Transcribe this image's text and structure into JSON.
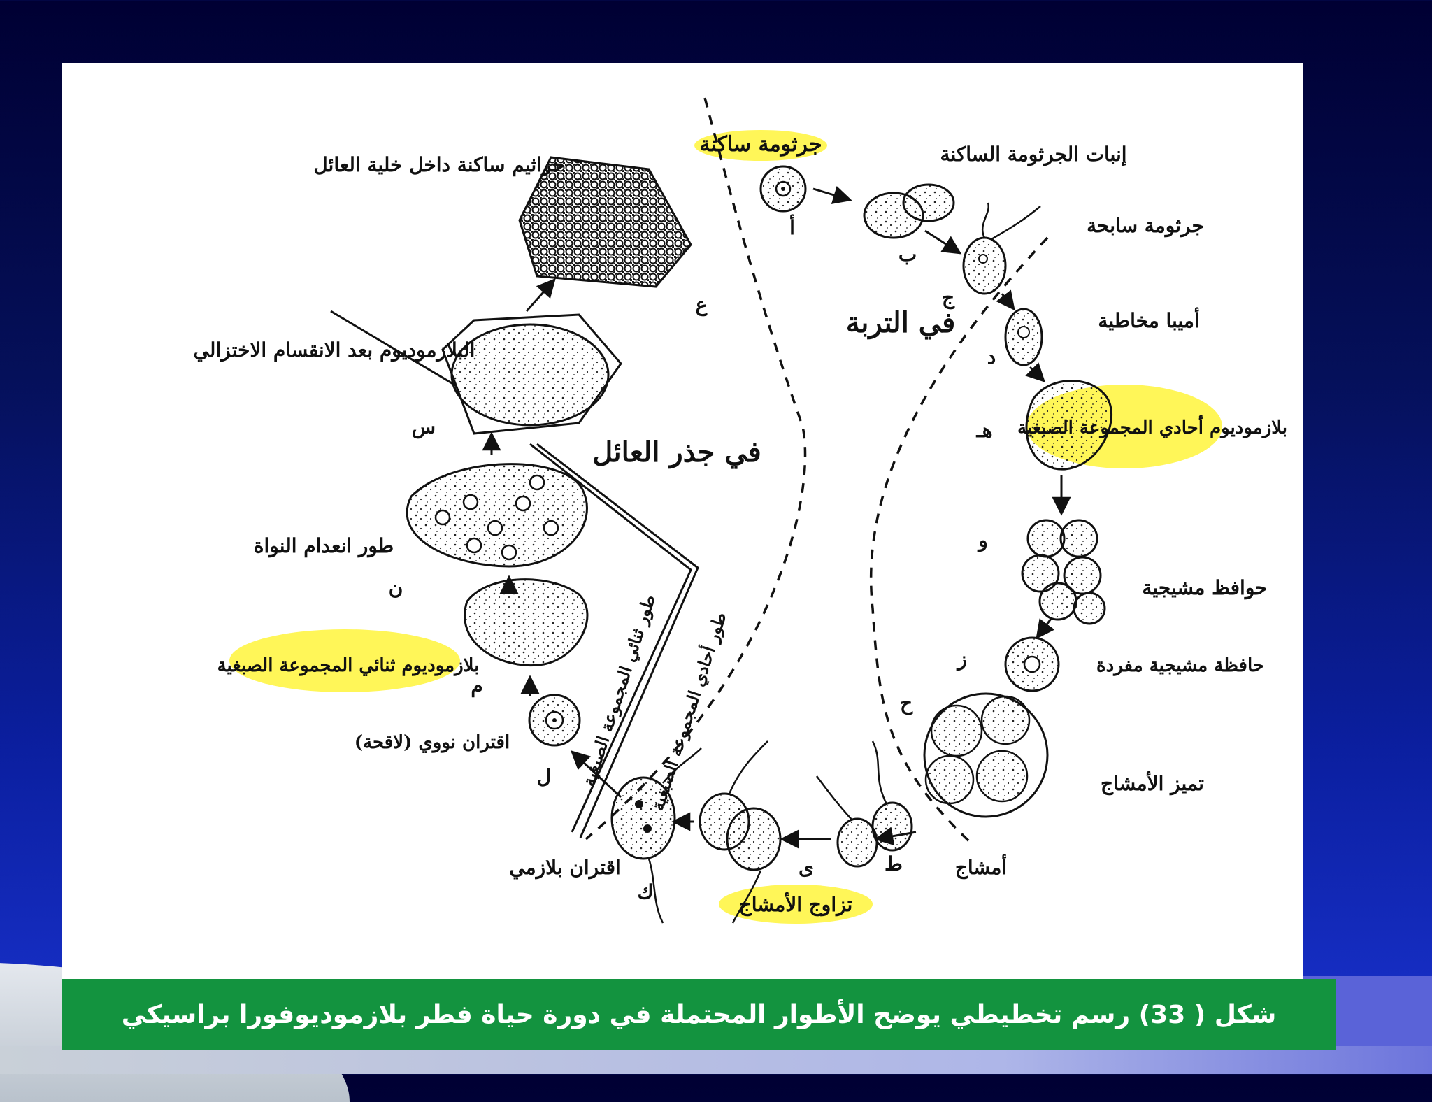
{
  "caption": "شكل ( 33) رسم تخطيطي يوضح الأطوار المحتملة في دورة حياة فطر بلازموديوفورا براسيكي",
  "colors": {
    "background_top": "#000033",
    "background_bottom": "#1a33d0",
    "caption_bar": "#13933f",
    "highlight": "#fff53b"
  },
  "regions": {
    "soil": "في التربة",
    "host_root": "في جذر العائل"
  },
  "phase_lines": {
    "haploid": "طور أحادي المجموعة الصبغية",
    "diploid": "طور ثنائي المجموعة الصبغية"
  },
  "stages": {
    "dormant_spore": "جرثومة ساكنة",
    "spore_germination": "إنبات الجرثومة الساكنة",
    "zoospore": "جرثومة سابحة",
    "myxamoeba": "أميبا مخاطية",
    "haploid_plasmodium": "بلازموديوم أحادي المجموعة الصبغية",
    "gametangia": "حوافظ مشيجية",
    "single_gametangium": "حافظة مشيجية مفردة",
    "gamete_differentiation": "تميز الأمشاج",
    "gametes": "أمشاج",
    "gamete_mating": "تزاوج الأمشاج",
    "plasmogamy": "اقتران بلازمي",
    "karyogamy": "اقتران نووي (لاقحة)",
    "diploid_plasmodium": "بلازموديوم ثنائي المجموعة الصبغية",
    "enucleate_phase": "طور انعدام النواة",
    "plasmodium_after_meiosis": "البلازموديوم بعد الانقسام الاختزالي",
    "dormant_spores_in_host": "جراثيم ساكنة داخل خلية العائل"
  },
  "stage_letters": [
    "أ",
    "ب",
    "ج",
    "د",
    "هـ",
    "و",
    "ز",
    "ح",
    "ط",
    "ى",
    "ك",
    "ل",
    "م",
    "ن",
    "س",
    "ع"
  ]
}
